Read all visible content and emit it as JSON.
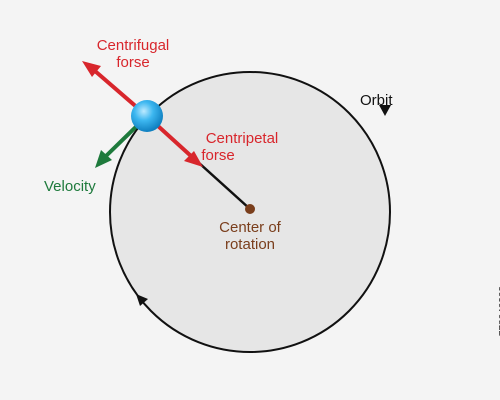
{
  "labels": {
    "centrifugal_line1": "Centrifugal",
    "centrifugal_line2": "forse",
    "centripetal_line1": "Centripetal",
    "centripetal_line2": "forse",
    "velocity": "Velocity",
    "orbit": "Orbit",
    "center_line1": "Center of",
    "center_line2": "rotation"
  },
  "stock_id": "778040203",
  "colors": {
    "background": "#f4f4f4",
    "orbit_fill": "#e6e6e6",
    "orbit_stroke": "#111111",
    "force_red": "#d8262c",
    "velocity_green": "#1e7a3c",
    "center_brown": "#7a3e1c",
    "ball_blue": "#22a8e8"
  },
  "icons": {
    "ball": "blue-sphere-icon",
    "center": "center-dot-icon",
    "orbit_direction": "arrowhead-icon"
  }
}
